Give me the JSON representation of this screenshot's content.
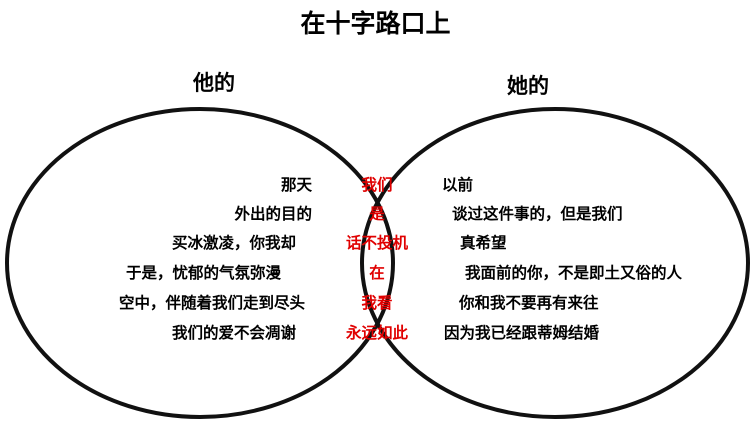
{
  "title": "在十字路口上",
  "left_set": {
    "label": "他的",
    "lines": [
      "那天",
      "外出的目的",
      "买冰激凌，你我却",
      "于是，忧郁的气氛弥漫",
      "空中，伴随着我们走到尽头",
      "我们的爱不会凋谢"
    ]
  },
  "right_set": {
    "label": "她的",
    "lines": [
      "以前",
      "谈过这件事的，但是我们",
      "真希望",
      "我面前的你，不是即土又俗的人",
      "你和我不要再有来往",
      "因为我已经跟蒂姆结婚"
    ]
  },
  "overlap": {
    "lines": [
      "我们",
      "是",
      "话不投机",
      "在",
      "我看",
      "永远如此"
    ],
    "color": "#e00000"
  },
  "outline_color": "#111111"
}
